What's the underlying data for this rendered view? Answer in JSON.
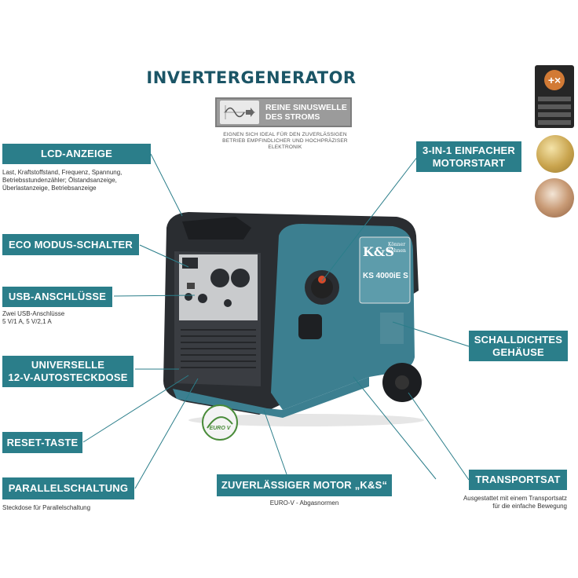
{
  "title": "INVERTERGENERATOR",
  "sine": {
    "label_line1": "REINE SINUSWELLE",
    "label_line2": "DES STROMS",
    "sub_line1": "EIGNEN SICH IDEAL FÜR DEN ZUVERLÄSSIGEN",
    "sub_line2": "BETRIEB EMPFINDLICHER UND HOCHPRÄZISER",
    "sub_line3": "ELEKTRONIK"
  },
  "left": {
    "lcd": {
      "label": "LCD-ANZEIGE",
      "desc_line1": "Last, Kraftstoffstand, Frequenz, Spannung,",
      "desc_line2": "Betriebsstundenzähler; Ölstandsanzeige,",
      "desc_line3": "Überlastanzeige, Betriebsanzeige"
    },
    "eco": {
      "label": "ECO MODUS-SCHALTER"
    },
    "usb": {
      "label": "USB-ANSCHLÜSSE",
      "desc_line1": "Zwei USB-Anschlüsse",
      "desc_line2": "5 V/1 A, 5 V/2,1 A"
    },
    "car": {
      "label_line1": "UNIVERSELLE",
      "label_line2": "12-V-AUTOSTECKDOSE"
    },
    "reset": {
      "label": "RESET-TASTE"
    },
    "parallel": {
      "label": "PARALLELSCHALTUNG",
      "desc": "Steckdose für Parallelschaltung"
    }
  },
  "right": {
    "start": {
      "label_line1": "3-IN-1 EINFACHER",
      "label_line2": "MOTORSTART"
    },
    "housing": {
      "label_line1": "SCHALLDICHTES",
      "label_line2": "GEHÄUSE"
    },
    "transport": {
      "label": "TRANSPORTSAT",
      "desc_line1": "Ausgestattet mit einem Transportsatz",
      "desc_line2": "für die einfache Bewegung"
    }
  },
  "bottom": {
    "motor": {
      "label": "ZUVERLÄSSIGER MOTOR „K&S“",
      "desc": "EURO-V - Abgasnormen"
    }
  },
  "product": {
    "brand": "K&S",
    "brand_name_line1": "Könner",
    "brand_name_line2": "Söhnen",
    "model": "KS 4000iE S",
    "euro_badge": "EURO V"
  },
  "colors": {
    "accent": "#2b7e8a",
    "title": "#1b5566",
    "body_teal": "#3c7f90",
    "body_dark": "#2a2d31"
  }
}
